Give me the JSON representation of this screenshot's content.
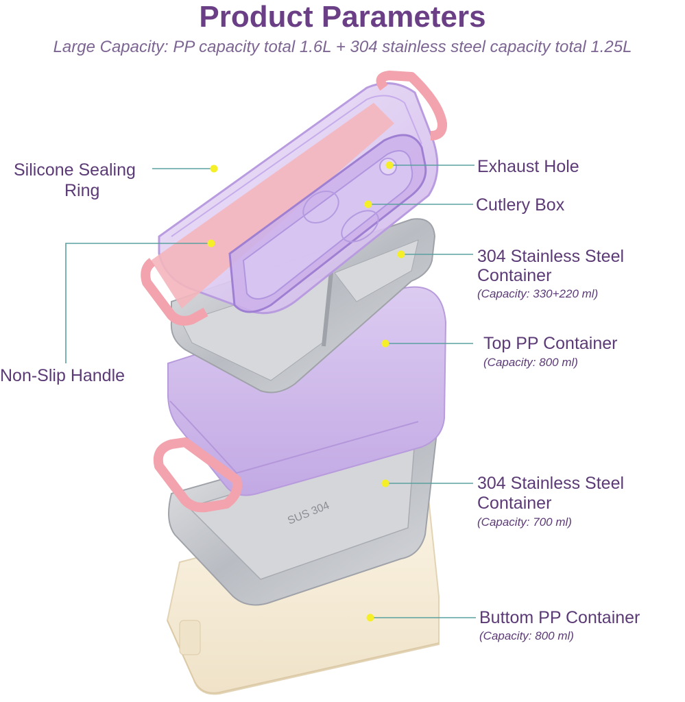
{
  "header": {
    "title": "Product Parameters",
    "subtitle": "Large Capacity: PP capacity total 1.6L + 304 stainless steel capacity total 1.25L"
  },
  "labels": {
    "sealing_ring_line1": "Silicone Sealing",
    "sealing_ring_line2": "Ring",
    "handle": "Non-Slip Handle",
    "exhaust_hole": "Exhaust Hole",
    "cutlery_box": "Cutlery Box",
    "steel_top_line1": "304 Stainless Steel",
    "steel_top_line2": "Container",
    "steel_top_capacity": "(Capacity: 330+220 ml)",
    "top_pp": "Top PP Container",
    "top_pp_capacity": "(Capacity: 800 ml)",
    "steel_bottom_line1": "304 Stainless Steel",
    "steel_bottom_line2": "Container",
    "steel_bottom_capacity": "(Capacity: 700 ml)",
    "bottom_pp": "Buttom PP Container",
    "bottom_pp_capacity": "(Capacity: 800 ml)"
  },
  "stamps": {
    "steel_bottom": "SUS 304"
  },
  "colors": {
    "lid": "#d9c6ef",
    "handle": "#f2a3ad",
    "top_pp": "#cdb6ea",
    "steel": "#c4c6cb",
    "bottom_pp": "#f6ecd6",
    "leader": "#5aa0a0",
    "dot": "#f5ef2a"
  }
}
